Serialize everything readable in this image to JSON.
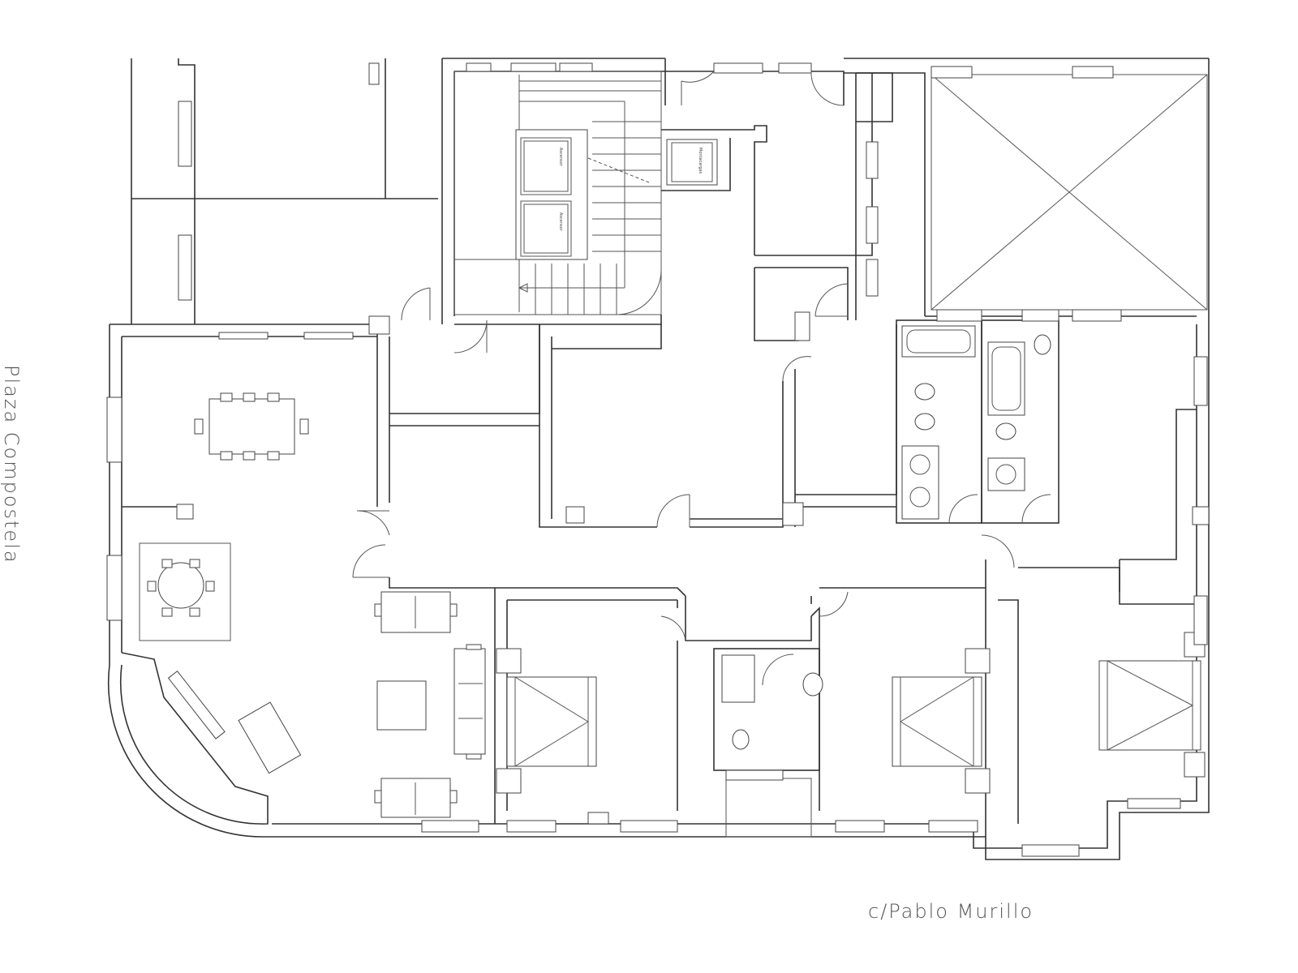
{
  "plan": {
    "street_labels": {
      "plaza": "Plaza Compostela",
      "calle": "c/Pablo Murillo"
    },
    "elevators": {
      "lift_1": "Ascensor",
      "lift_2": "Ascensor",
      "service_lift": "Montacargas"
    },
    "colors": {
      "line": "#333333",
      "background": "#ffffff",
      "label": "#555555"
    }
  }
}
